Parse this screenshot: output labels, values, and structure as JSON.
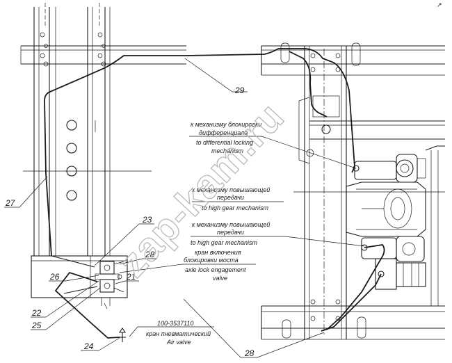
{
  "watermark": "zap-kam.ru",
  "corner_mark": "↗",
  "callouts": {
    "c21": "21",
    "c22": "22",
    "c23": "23",
    "c24": "24",
    "c25": "25",
    "c26": "26",
    "c27": "27",
    "c28a": "28",
    "c28b": "28",
    "c29": "29"
  },
  "labels": {
    "diff_lock_ru_1": "к механизму блокировки",
    "diff_lock_ru_2": "дифференциала",
    "diff_lock_en_1": "to differential locking",
    "diff_lock_en_2": "mechanism",
    "high_gear1_ru_1": "к механизму повышающей",
    "high_gear1_ru_2": "передачи",
    "high_gear1_en": "to high gear mechanism",
    "high_gear2_ru_1": "к механизму повышающей",
    "high_gear2_ru_2": "передачи",
    "high_gear2_en": "to high gear mechanism",
    "axle_lock_ru_1": "кран включения",
    "axle_lock_ru_2": "блокировки моста",
    "axle_lock_en_1": "axle lock engagement",
    "axle_lock_en_2": "valve",
    "air_valve_code": "100-3537110",
    "air_valve_ru": "кран пневматический",
    "air_valve_en": "Air valve"
  }
}
